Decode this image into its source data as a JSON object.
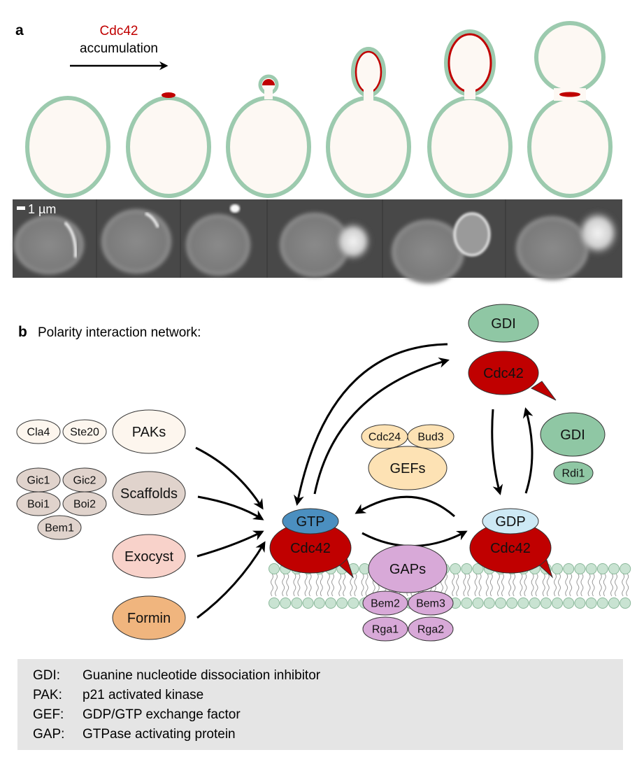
{
  "panel_a": {
    "label": "a",
    "arrow_title_colored": "Cdc42",
    "arrow_title": "accumulation",
    "scale_bar": "1 µm"
  },
  "panel_b": {
    "label": "b",
    "title": "Polarity interaction network:",
    "nodes": {
      "gdi_top": "GDI",
      "cdc42_top": "Cdc42",
      "gdi_right": "GDI",
      "rdi1": "Rdi1",
      "cla4": "Cla4",
      "ste20": "Ste20",
      "paks": "PAKs",
      "gic1": "Gic1",
      "gic2": "Gic2",
      "boi1": "Boi1",
      "boi2": "Boi2",
      "bem1": "Bem1",
      "scaffolds": "Scaffolds",
      "exocyst": "Exocyst",
      "formin": "Formin",
      "cdc24": "Cdc24",
      "bud3": "Bud3",
      "gefs": "GEFs",
      "gtp": "GTP",
      "cdc42_gtp": "Cdc42",
      "gdp": "GDP",
      "cdc42_gdp": "Cdc42",
      "gaps": "GAPs",
      "bem2": "Bem2",
      "bem3": "Bem3",
      "rga1": "Rga1",
      "rga2": "Rga2"
    }
  },
  "legend": [
    {
      "abbr": "GDI:",
      "text": "Guanine nucleotide dissociation inhibitor"
    },
    {
      "abbr": "PAK:",
      "text": "p21 activated kinase"
    },
    {
      "abbr": "GEF:",
      "text": "GDP/GTP exchange factor"
    },
    {
      "abbr": "GAP:",
      "text": "GTPase activating protein"
    }
  ],
  "colors": {
    "cdc42_red": "#c00000",
    "cell_wall": "#9ccaae",
    "cell_fill": "#fdf8f3",
    "gdi": "#8fc7a4",
    "gtp": "#4b8fc0",
    "gdp": "#cde9f5",
    "paks": "#fdf6ee",
    "scaffolds": "#e0d3cc",
    "exocyst": "#f8d2ca",
    "formin": "#f0b57e",
    "gefs": "#fde2b4",
    "gaps": "#d8a9d8",
    "legend_bg": "#e5e5e5"
  }
}
